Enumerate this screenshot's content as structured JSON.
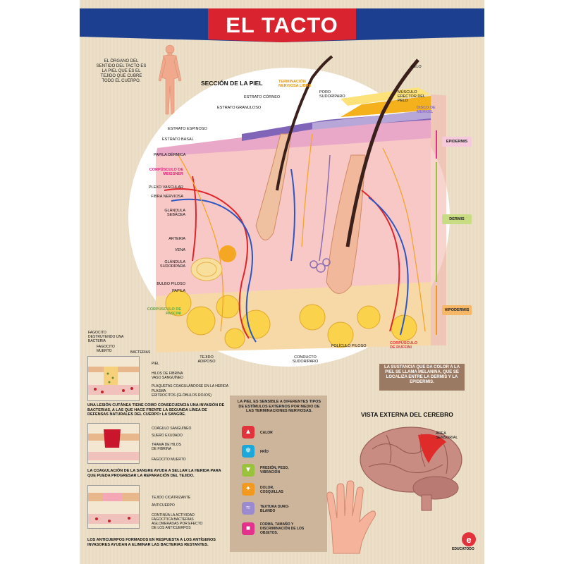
{
  "title": "EL TACTO",
  "intro": "EL ÓRGANO DEL SENTIDO DEL TACTO ES LA PIEL QUE ES EL TEJIDO QUE CUBRE TODO EL CUERPO.",
  "section_title": "SECCIÓN DE LA PIEL",
  "labels": {
    "terminacion": "TERMINACIÓN NERVIOSA LIBRE",
    "pelo": "PELO",
    "poro": "PORO SUDORÍPARO",
    "estrato_corneo": "ESTRATO CÓRNEO",
    "estrato_granuloso": "ESTRATO GRANULOSO",
    "musculo": "MÚSCULO ERECTOR DEL PELO",
    "disco": "DISCO DE MERKEL",
    "estrato_espinoso": "ESTRATO ESPINOSO",
    "estrato_basal": "ESTRATO BASAL",
    "papila_dermica": "PAPILA DÉRMICA",
    "meissner": "CORPÚSCULO DE MEISSNER",
    "plexo": "PLEXO VASCULAR",
    "fibra": "FIBRA NERVIOSA",
    "glandula_sebacea": "GLÁNDULA SEBÁCEA",
    "arteria": "ARTERIA",
    "vena": "VENA",
    "glandula_sudoripara": "GLÁNDULA SUDORÍPARA",
    "bulbo": "BULBO PILOSO",
    "papila": "PAPILA",
    "pascini": "CORPÚSCULO DE PASCINI",
    "tejido_adiposo": "TEJIDO ADIPOSO",
    "conducto": "CONDUCTO SUDORÍPARO",
    "foliculo": "FOLÍCULO PILOSO",
    "ruffini": "CORPÚSCULO DE RUFFINI"
  },
  "layers": {
    "epidermis": "EPIDERMIS",
    "dermis": "DERMIS",
    "hipodermis": "HIPODERMIS"
  },
  "melanina": "LA SUSTANCIA QUE DA COLOR A LA PIEL SE LLAMA MELANINA, QUE SE LOCALIZA ENTRE LA DERMIS Y LA EPIDERMIS.",
  "wound": {
    "fagocito": "FAGOCITO DESTRUYENDO UNA BACTERIA",
    "fagocito_muerto": "FAGOCITO MUERTO",
    "bacterias": "BACTERIAS",
    "piel": "PIEL",
    "hilos": "HILOS DE FIBRINA",
    "vaso": "VASO SANGUÍNEO",
    "plaquetas": "PLAQUETAS COAGULÁNDOSE EN LA HERIDA",
    "plasma": "PLASMA",
    "eritrocitos": "ERITROCITOS (GLÓBULOS ROJOS)",
    "text1": "UNA LESIÓN CUTÁNEA TIENE COMO CONSECUENCIA UNA INVASIÓN DE BACTERIAS, A LAS QUE HACE FRENTE LA SEGUNDA LÍNEA DE DEFENSAS NATURALES DEL CUERPO: LA SANGRE.",
    "coagulo": "COÁGULO SANGUÍNEO",
    "suero": "SUERO EXUDADO",
    "trama": "TRAMA DE HILOS DE FIBRINA",
    "fagocito_muerto2": "FAGOCITO MUERTO",
    "text2": "LA COAGULACIÓN DE LA SANGRE AYUDA A SELLAR LA HERIDA PARA QUE PUEDA PROGRESAR LA REPARACIÓN DEL TEJIDO.",
    "tejido_cicatrizante": "TEJIDO CICATRIZANTE",
    "anticuerpo": "ANTICUERPO",
    "continua": "CONTINÚA LA ACTIVIDAD FAGOCÍTICA BACTERIAS AGLOMERADAS POR EFECTO DE LOS ANTICUERPOS",
    "text3": "LOS ANTICUERPOS FORMADOS EN RESPUESTA A LOS ANTÍGENOS INVASORES AYUDAN A ELIMINAR LAS BACTERIAS RESTANTES."
  },
  "stimuli": {
    "intro": "LA PIEL ES SENSIBLE A DIFERENTES TIPOS DE ESTÍMULOS EXTERNOS POR MEDIO DE LAS TERMINACIONES NERVIOSAS.",
    "items": [
      {
        "label": "CALOR",
        "icon": "flame-icon",
        "color": "#e2333d"
      },
      {
        "label": "FRÍO",
        "icon": "snowflake-icon",
        "color": "#1aa7d9"
      },
      {
        "label": "PRESIÓN, PESO, VIBRACIÓN",
        "icon": "pressure-icon",
        "color": "#9bc23c"
      },
      {
        "label": "DOLOR, COSQUILLAS",
        "icon": "feather-icon",
        "color": "#f29a1f"
      },
      {
        "label": "TEXTURA DURO-BLANDO",
        "icon": "wave-icon",
        "color": "#9b8ad0"
      },
      {
        "label": "FORMA, TAMAÑO Y DISCRIMINACIÓN DE LOS OBJETOS.",
        "icon": "shapes-icon",
        "color": "#e3318c"
      }
    ]
  },
  "brain": {
    "title": "VISTA EXTERNA DEL CEREBRO",
    "area": "ÁREA SENSORIAL"
  },
  "brand": "EDUCATODO"
}
